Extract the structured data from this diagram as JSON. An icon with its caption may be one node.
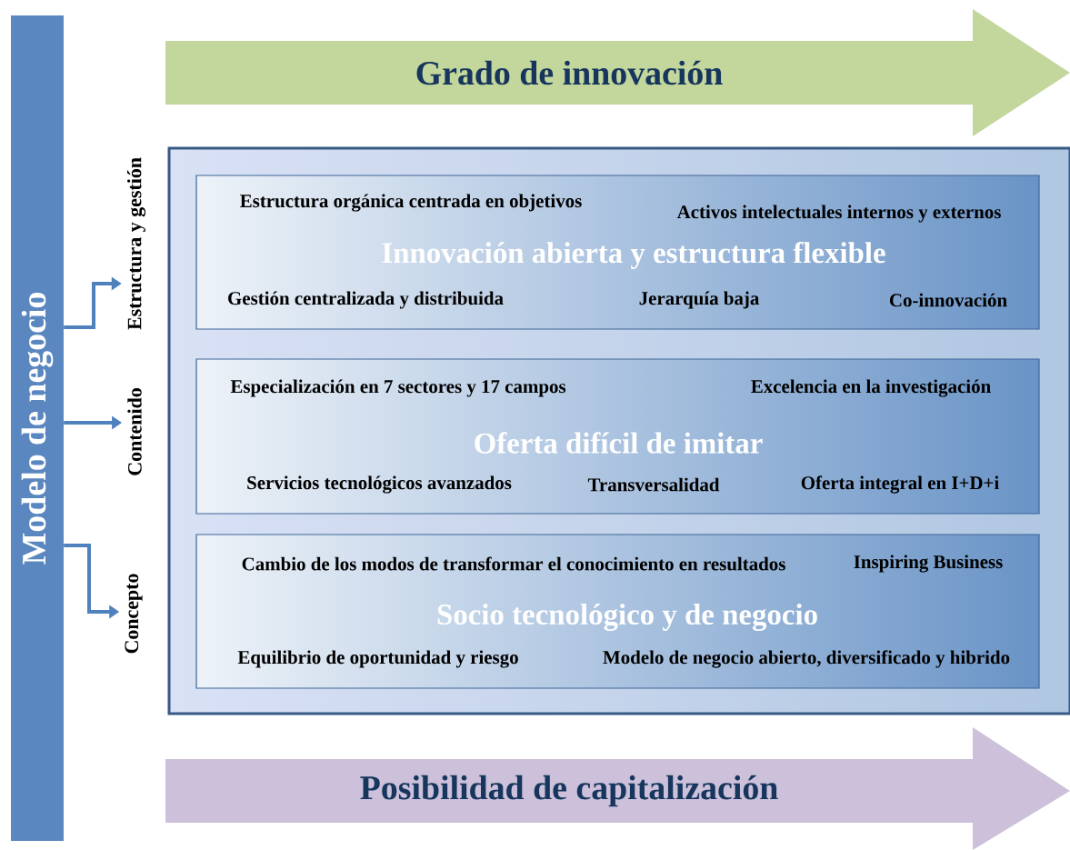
{
  "diagram": {
    "nodes": [
      {
        "text": [
          "Modelo de negocio"
        ]
      },
      {
        "text": [
          "Estructura y gestión"
        ]
      },
      {
        "text": [
          "Contenido"
        ]
      },
      {
        "text": [
          "Concepto"
        ]
      },
      {
        "text": [],
        "shape": "box"
      },
      {
        "text": [
          "Estructura orgánica centrada en objetivos",
          "Activos intelectuales internos y externos",
          "Innovación abierta y estructura flexible",
          "Gestión centralizada y distribuida",
          "Jerarquía baja",
          "Co-innovación"
        ],
        "in": 4
      },
      {
        "text": [
          "Especialización en 7 sectores y 17 campos",
          "Excelencia en la investigación",
          "Oferta difícil de imitar",
          "Servicios tecnológicos avanzados",
          "Transversalidad",
          "Oferta integral en I+D+i"
        ],
        "in": 4
      },
      {
        "text": [
          "Cambio de los modos de transformar el conocimiento en resultados",
          "Inspiring Business",
          "Socio tecnológico y de negocio",
          "Equilibrio de oportunidad y riesgo",
          "Modelo de negocio abierto, diversificado y hibrido"
        ],
        "in": 4
      },
      {
        "text": [
          "Grado de innovación"
        ]
      },
      {
        "text": [
          "Posibilidad de capitalización"
        ]
      }
    ],
    "edges": [
      {
        "from": 0,
        "to": 1,
        "arrow": "to"
      },
      {
        "from": 0,
        "to": 2,
        "arrow": "to"
      },
      {
        "from": 0,
        "to": 3,
        "arrow": "to"
      }
    ]
  }
}
